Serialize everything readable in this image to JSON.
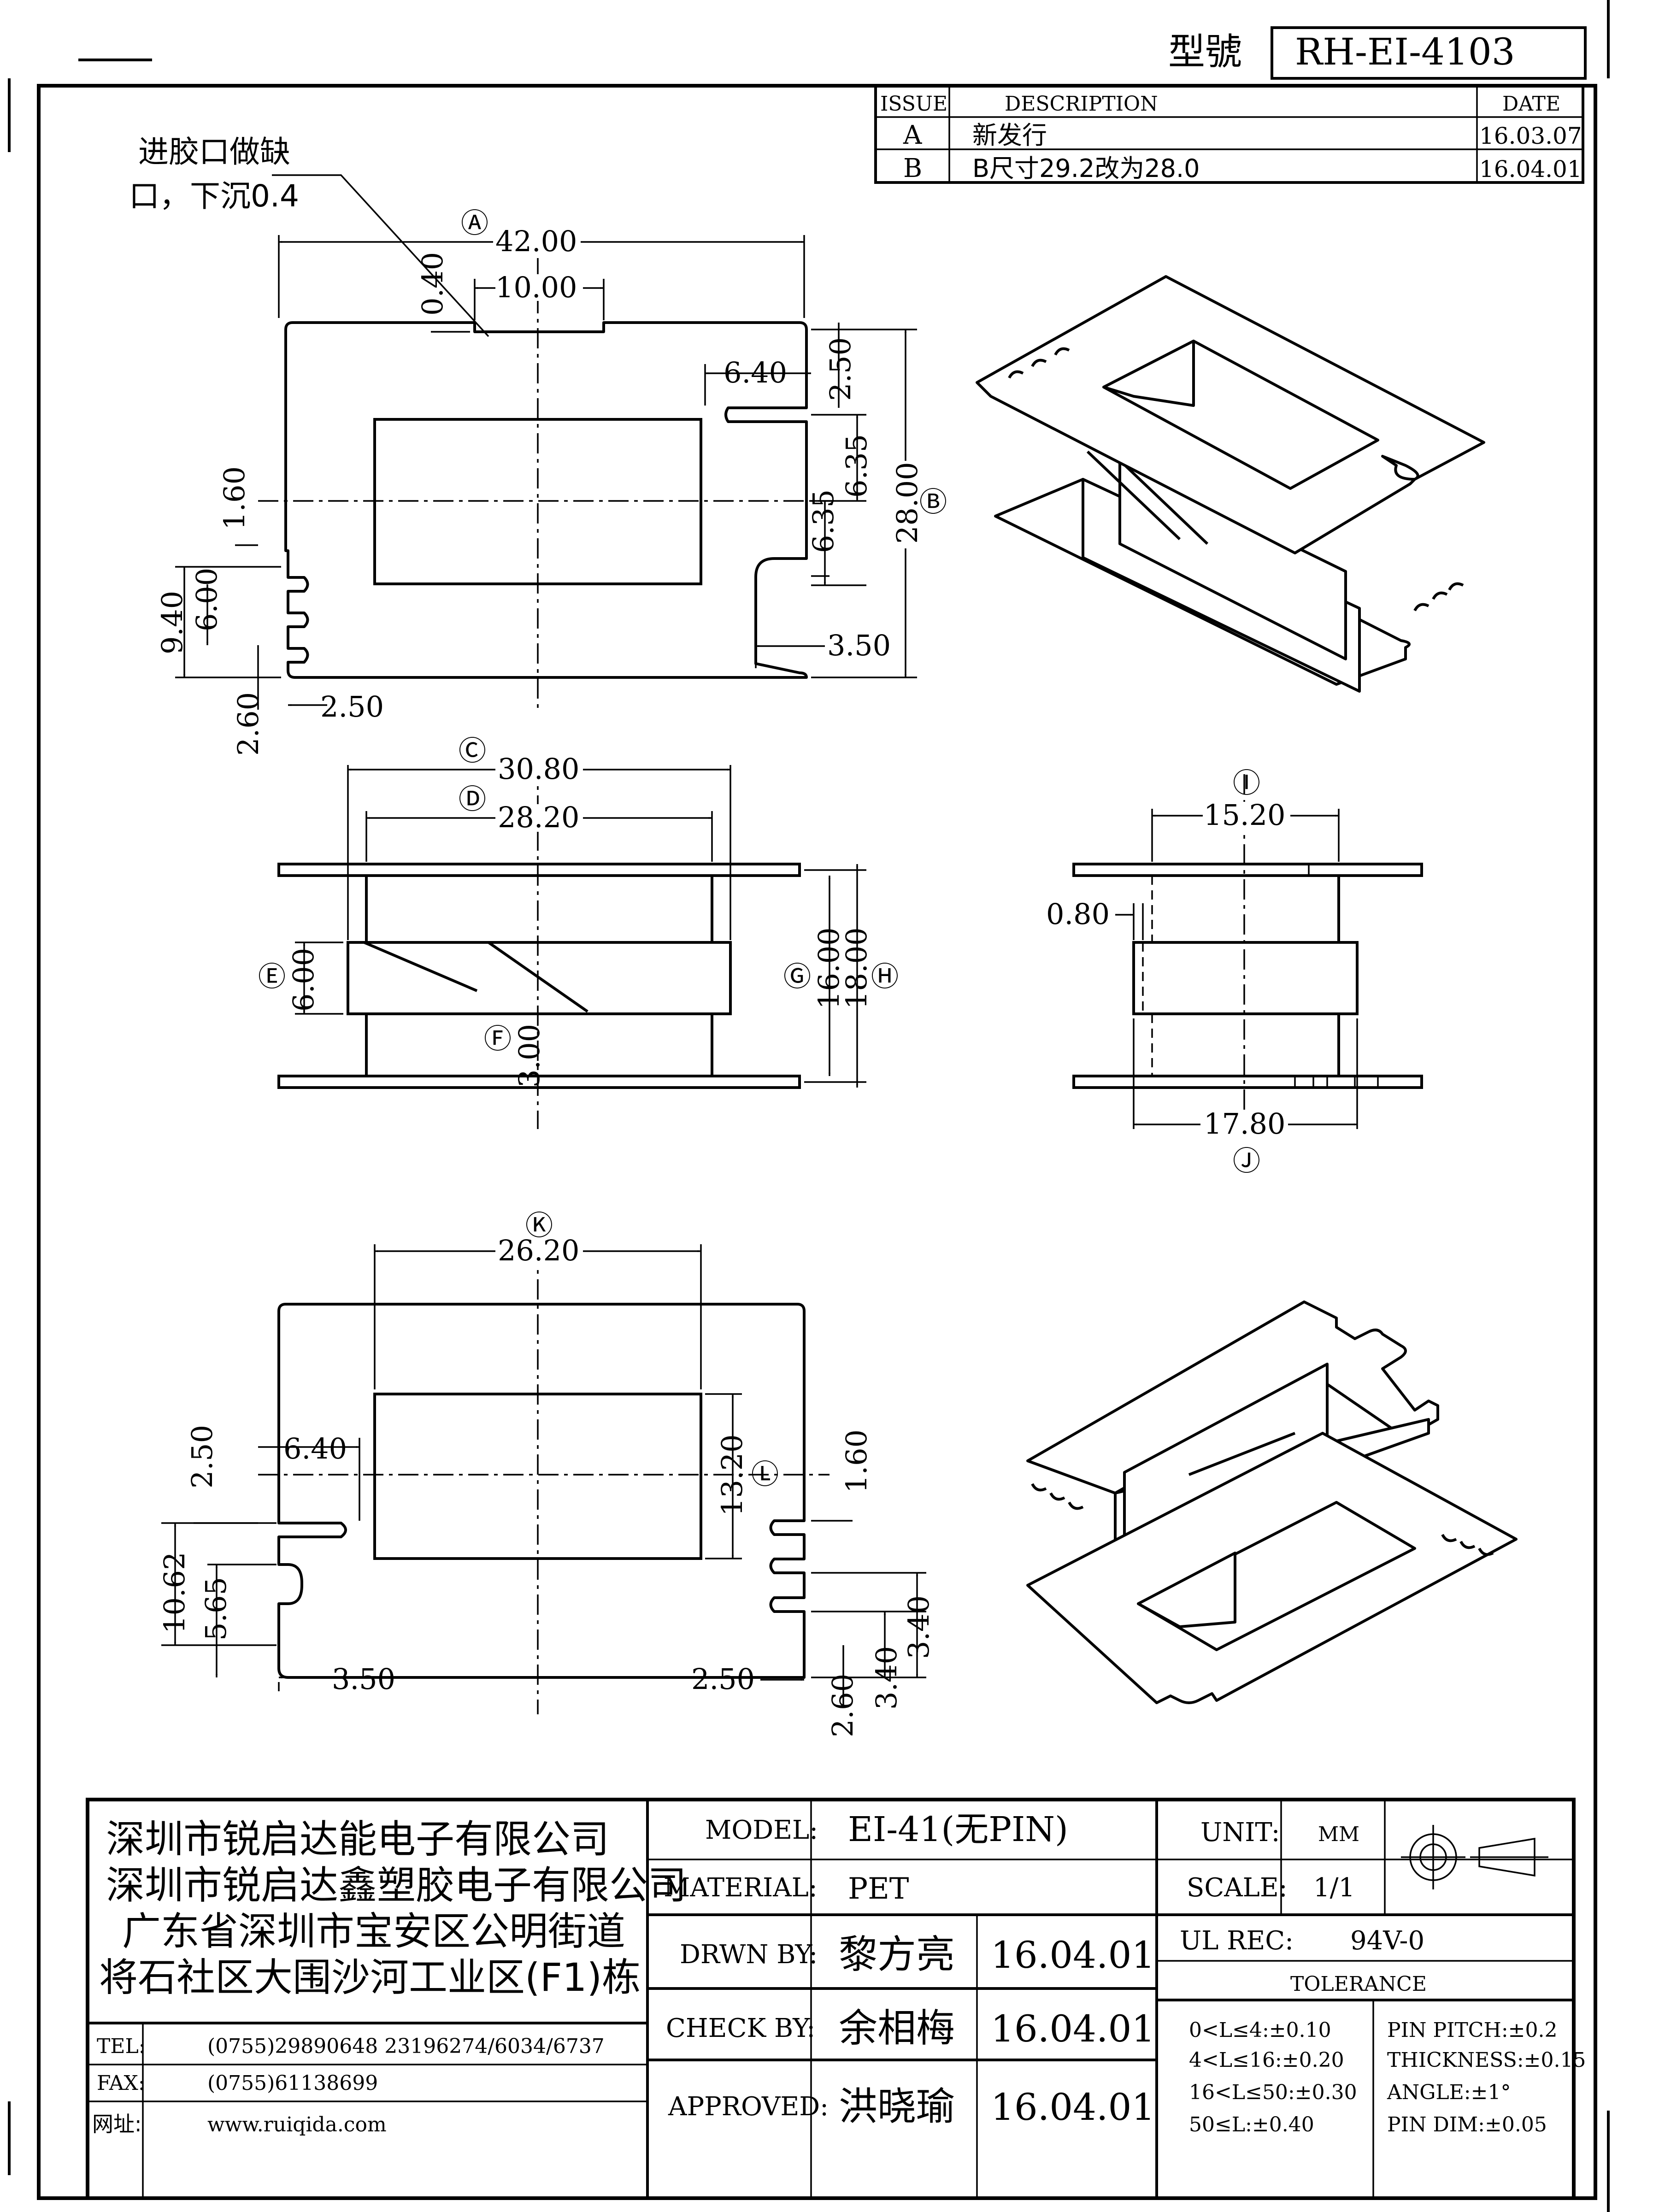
{
  "header": {
    "model_no_label": "型號",
    "model_no": "RH-EI-4103"
  },
  "revisions": {
    "headers": [
      "ISSUE",
      "DESCRIPTION",
      "DATE"
    ],
    "rows": [
      {
        "issue": "A",
        "description": "新发行",
        "date": "16.03.07"
      },
      {
        "issue": "B",
        "description": "B尺寸29.2改为28.0",
        "date": "16.04.01"
      }
    ]
  },
  "note": {
    "line1": "进胶口做缺",
    "line2": "口，下沉0.4"
  },
  "top_view": {
    "A_label": "Ⓐ",
    "A": "42.00",
    "B_label": "Ⓑ",
    "B": "28.00",
    "notch_depth": "0.40",
    "notch_width": "10.00",
    "slot_length": "6.40",
    "slot_offset": "2.50",
    "slot_pitch_upper": "6.35",
    "slot_pitch_lower": "6.35",
    "right_leg_width": "3.50",
    "pin_slot_width": "1.60",
    "pin_span": "9.40",
    "pin_pitch": "6.00",
    "pin_bottom": "2.60",
    "pin_depth": "2.50"
  },
  "front_view": {
    "C_label": "Ⓒ",
    "C": "30.80",
    "D_label": "Ⓓ",
    "D": "28.20",
    "E_label": "Ⓔ",
    "E": "6.00",
    "F_label": "Ⓕ",
    "F": "3.00",
    "G_label": "Ⓖ",
    "G": "16.00",
    "H_label": "Ⓗ",
    "H": "18.00"
  },
  "side_view": {
    "I_label": "Ⓘ",
    "I": "15.20",
    "J_label": "Ⓙ",
    "J": "17.80",
    "flange_thickness": "0.80"
  },
  "bottom_view": {
    "K_label": "Ⓚ",
    "K": "26.20",
    "L_label": "Ⓛ",
    "L": "13.20",
    "slot_length": "6.40",
    "slot_offset": "2.50",
    "pin_span": "10.62",
    "pin_pitch": "5.65",
    "left_leg_width": "3.50",
    "pin_slot_width": "1.60",
    "pin_pitch_a": "3.40",
    "pin_pitch_b": "3.40",
    "pin_bottom": "2.60",
    "pin_depth": "2.50"
  },
  "title_block": {
    "company": [
      "深圳市锐启达能电子有限公司",
      "深圳市锐启达鑫塑胶电子有限公司",
      "广东省深圳市宝安区公明街道",
      "将石社区大围沙河工业区(F1)栋"
    ],
    "tel_label": "TEL:",
    "tel": "(0755)29890648   23196274/6034/6737",
    "fax_label": "FAX:",
    "fax": "(0755)61138699",
    "web_label": "网址:",
    "web": "www.ruiqida.com",
    "model_label": "MODEL:",
    "model": "EI-41(无PIN)",
    "material_label": "MATERIAL:",
    "material": "PET",
    "drawn_label": "DRWN BY:",
    "drawn_name": "黎方亮",
    "drawn_date": "16.04.01",
    "check_label": "CHECK BY:",
    "check_name": "余相梅",
    "check_date": "16.04.01",
    "approved_label": "APPROVED:",
    "approved_name": "洪晓瑜",
    "approved_date": "16.04.01",
    "unit_label": "UNIT:",
    "unit": "MM",
    "scale_label": "SCALE:",
    "scale": "1/1",
    "ul_label": "UL REC:",
    "ul": "94V-0",
    "tolerance_label": "TOLERANCE",
    "tol_left": [
      "0<L≤4:±0.10",
      "4<L≤16:±0.20",
      "16<L≤50:±0.30",
      "50≤L:±0.40"
    ],
    "tol_right": [
      "PIN PITCH:±0.2",
      "THICKNESS:±0.15",
      "ANGLE:±1°",
      "PIN DIM:±0.05"
    ]
  }
}
